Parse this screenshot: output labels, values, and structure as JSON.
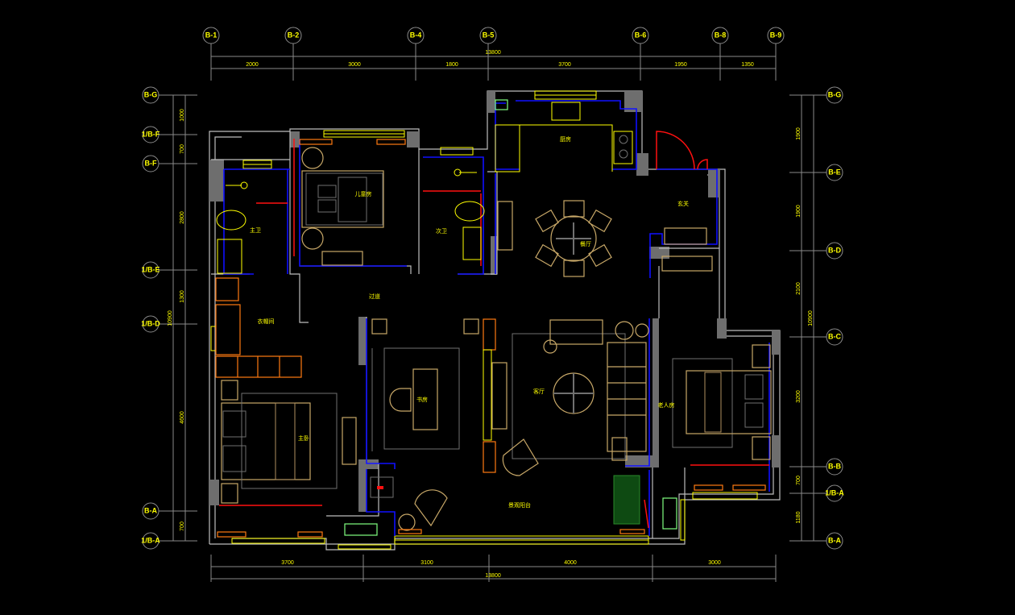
{
  "drawing": {
    "top_axes": [
      "B-1",
      "B-2",
      "B-4",
      "B-5",
      "B-6",
      "B-8",
      "B-9"
    ],
    "top_overall": "13800",
    "top_dims": [
      "2000",
      "3000",
      "1800",
      "3700",
      "1950",
      "1350"
    ],
    "left_axes": [
      "B-G",
      "1/B-F",
      "B-F",
      "1/B-E",
      "1/B-D",
      "B-A",
      "1/B-A"
    ],
    "left_overall": "10900",
    "left_dims": [
      "1000",
      "700",
      "2800",
      "1300",
      "4600",
      "700"
    ],
    "right_axes": [
      "B-G",
      "B-E",
      "B-D",
      "B-C",
      "B-B",
      "1/B-A",
      "B-A"
    ],
    "right_overall": "10900",
    "right_dims": [
      "1900",
      "1900",
      "2100",
      "3200",
      "700",
      "1180"
    ],
    "bottom_overall": "13800",
    "bottom_dims": [
      "3700",
      "3100",
      "4000",
      "3000"
    ]
  },
  "rooms": {
    "kids_room": "儿童房",
    "master_bath": "主卫",
    "second_bath": "次卫",
    "corridor": "过道",
    "cloakroom": "衣帽间",
    "kitchen": "厨房",
    "dining": "餐厅",
    "foyer": "玄关",
    "study": "书房",
    "living": "客厅",
    "elder_room": "老人房",
    "balcony": "景观阳台",
    "master_bedroom": "主卧"
  },
  "colors": {
    "background": "#000000",
    "text": "#ffff00",
    "wall": "#6e6e6e",
    "glass": "#1010ff",
    "door": "#ff1010"
  }
}
